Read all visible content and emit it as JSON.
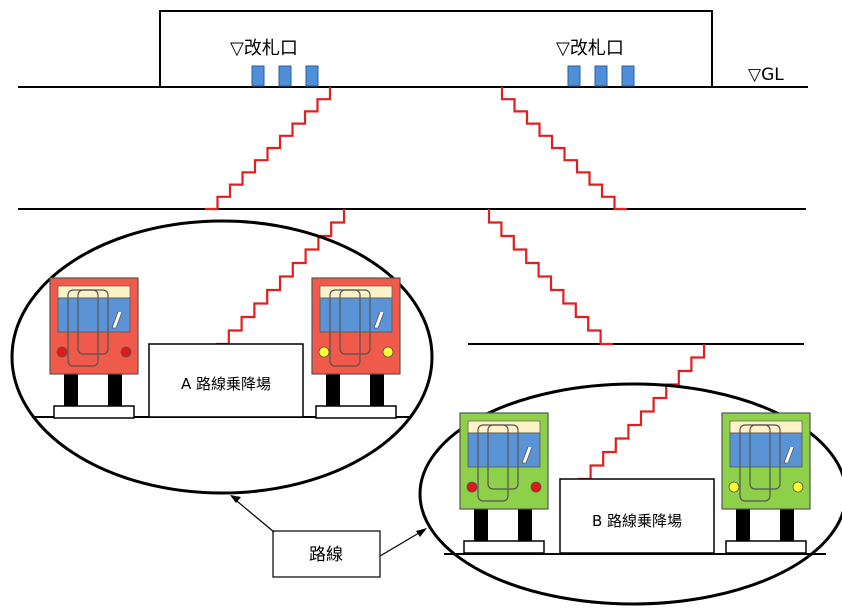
{
  "station": {
    "gate_left_label": "▽改札口",
    "gate_right_label": "▽改札口",
    "ground_level_label": "▽GL"
  },
  "platforms": {
    "a_label": "A 路線乗降場",
    "b_label": "B 路線乗降場"
  },
  "callout": {
    "label": "路線"
  },
  "colors": {
    "line": "#000000",
    "stairs": "#e02020",
    "gate": "#4f8fd8",
    "train_a": "#f05a4a",
    "train_b": "#8ed04a",
    "window": "#5b94d6",
    "roof_stripe": "#fff2c8",
    "lamp_red": "#e01818",
    "lamp_yellow": "#ffff33"
  }
}
